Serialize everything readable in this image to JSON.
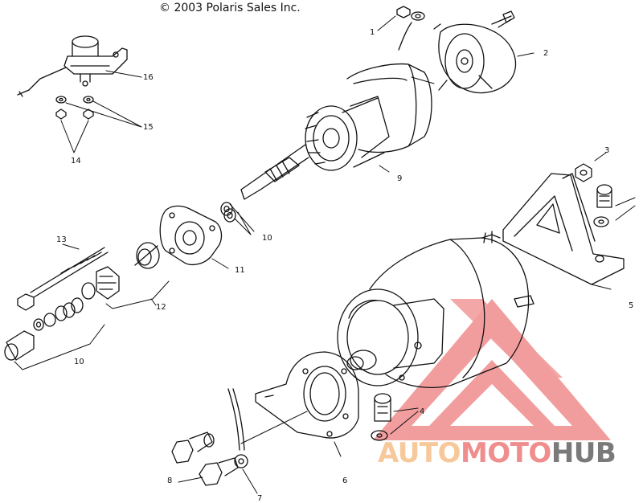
{
  "copyright": "© 2003 Polaris Sales Inc.",
  "labels": {
    "l1": "1",
    "l2": "2",
    "l3": "3",
    "l4": "4",
    "l5": "5",
    "l6": "6",
    "l7": "7",
    "l8": "8",
    "l9": "9",
    "l10a": "10",
    "l10b": "10",
    "l11": "11",
    "l12": "12",
    "l13": "13",
    "l14": "14",
    "l15": "15",
    "l16": "16"
  },
  "watermark": {
    "part1": "AUTO",
    "part2": "MOTO",
    "part3": "HUB",
    "colors": {
      "auto": "#f6c89a",
      "moto": "#f08d8d",
      "hub": "#7a7a7a",
      "logo": "#f08d8d"
    }
  }
}
